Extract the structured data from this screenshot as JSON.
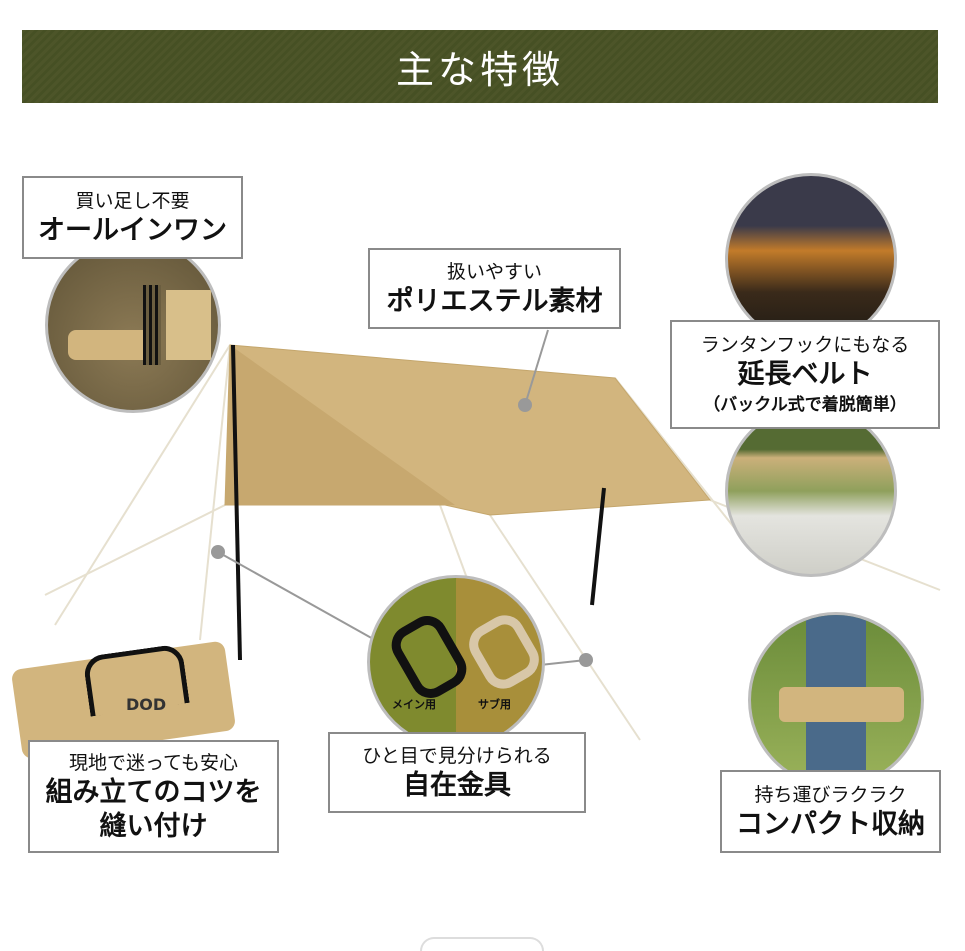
{
  "header": {
    "title": "主な特徴"
  },
  "features": [
    {
      "sub": "買い足し不要",
      "main": "オールインワン"
    },
    {
      "sub": "扱いやすい",
      "main": "ポリエステル素材"
    },
    {
      "sub": "ランタンフックにもなる",
      "main": "延長ベルト",
      "note": "（バックル式で着脱簡単）"
    },
    {
      "sub": "現地で迷っても安心",
      "main": "組み立てのコツを",
      "main2": "縫い付け"
    },
    {
      "sub": "ひと目で見分けられる",
      "main": "自在金具",
      "tag_main": "メイン用",
      "tag_sub": "サブ用"
    },
    {
      "sub": "持ち運びラクラク",
      "main": "コンパクト収納"
    }
  ],
  "logo": "DOD",
  "colors": {
    "banner": "#4d5529",
    "tarp": "#d2b57e"
  }
}
